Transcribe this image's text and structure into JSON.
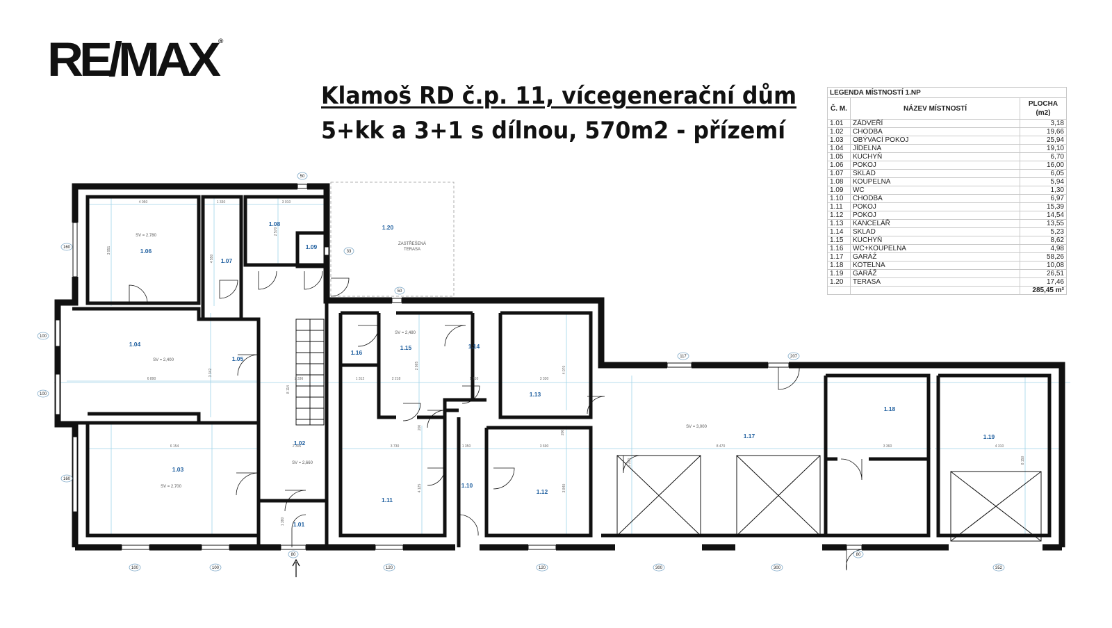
{
  "logo": {
    "text": "RE/MAX",
    "registered": "®"
  },
  "title": {
    "line1": "Klamoš RD č.p. 11, vícegenerační dům",
    "line2": "5+kk a 3+1 s dílnou, 570m2 - přízemí"
  },
  "legend": {
    "caption": "LEGENDA MÍSTNOSTÍ 1.NP",
    "col_code": "Č. M.",
    "col_name": "NÁZEV MÍSTNOSTÍ",
    "col_area": "PLOCHA (m2)",
    "rows": [
      {
        "code": "1.01",
        "name": "ZÁDVEŘÍ",
        "area": "3,18"
      },
      {
        "code": "1.02",
        "name": "CHODBA",
        "area": "19,66"
      },
      {
        "code": "1.03",
        "name": "OBÝVACÍ POKOJ",
        "area": "25,94"
      },
      {
        "code": "1.04",
        "name": "JÍDELNA",
        "area": "19,10"
      },
      {
        "code": "1.05",
        "name": "KUCHYŇ",
        "area": "6,70"
      },
      {
        "code": "1.06",
        "name": "POKOJ",
        "area": "16,00"
      },
      {
        "code": "1.07",
        "name": "SKLAD",
        "area": "6,05"
      },
      {
        "code": "1.08",
        "name": "KOUPELNA",
        "area": "5,94"
      },
      {
        "code": "1.09",
        "name": "WC",
        "area": "1,30"
      },
      {
        "code": "1.10",
        "name": "CHODBA",
        "area": "6,97"
      },
      {
        "code": "1.11",
        "name": "POKOJ",
        "area": "15,39"
      },
      {
        "code": "1.12",
        "name": "POKOJ",
        "area": "14,54"
      },
      {
        "code": "1.13",
        "name": "KANCELÁŘ",
        "area": "13,55"
      },
      {
        "code": "1.14",
        "name": "SKLAD",
        "area": "5,23"
      },
      {
        "code": "1.15",
        "name": "KUCHYŇ",
        "area": "8,62"
      },
      {
        "code": "1.16",
        "name": "WC+KOUPELNA",
        "area": "4,98"
      },
      {
        "code": "1.17",
        "name": "GARÁŽ",
        "area": "58,26"
      },
      {
        "code": "1.18",
        "name": "KOTELNA",
        "area": "10,08"
      },
      {
        "code": "1.19",
        "name": "GARÁŽ",
        "area": "26,51"
      },
      {
        "code": "1.20",
        "name": "TERASA",
        "area": "17,46"
      }
    ],
    "total": "285,45 m²"
  },
  "plan": {
    "rooms": [
      {
        "id": "r106",
        "label": "1.06",
        "sv": "SV = 2,780"
      },
      {
        "id": "r107",
        "label": "1.07"
      },
      {
        "id": "r108",
        "label": "1.08"
      },
      {
        "id": "r109",
        "label": "1.09"
      },
      {
        "id": "r120",
        "label": "1.20",
        "note1": "ZASTŘEŠENÁ",
        "note2": "TERASA"
      },
      {
        "id": "r104",
        "label": "1.04",
        "sv": "SV = 2,400"
      },
      {
        "id": "r105",
        "label": "1.05"
      },
      {
        "id": "r116",
        "label": "1.16"
      },
      {
        "id": "r115",
        "label": "1.15",
        "sv": "SV = 2,480"
      },
      {
        "id": "r114",
        "label": "1.14"
      },
      {
        "id": "r113",
        "label": "1.13"
      },
      {
        "id": "r102",
        "label": "1.02",
        "sv": "SV = 2,660"
      },
      {
        "id": "r103",
        "label": "1.03",
        "sv": "SV = 2,700"
      },
      {
        "id": "r111",
        "label": "1.11"
      },
      {
        "id": "r110",
        "label": "1.10"
      },
      {
        "id": "r112",
        "label": "1.12"
      },
      {
        "id": "r117",
        "label": "1.17",
        "sv": "SV = 3,000"
      },
      {
        "id": "r118",
        "label": "1.18"
      },
      {
        "id": "r119",
        "label": "1.19"
      },
      {
        "id": "r101",
        "label": "1.01"
      }
    ],
    "window_labels": [
      "50",
      "160",
      "100",
      "100",
      "160",
      "50",
      "33",
      "117",
      "207",
      "100",
      "100",
      "80",
      "120",
      "120",
      "300",
      "300",
      "80",
      "352"
    ],
    "dimensions": [
      "4 050",
      "1 330",
      "3 010",
      "3 951",
      "4 550",
      "2 570",
      "6 890",
      "3 342",
      "8 114",
      "2 336",
      "1 312",
      "2 218",
      "1 710",
      "3 330",
      "4 070",
      "2 865",
      "6 154",
      "2 306",
      "3 730",
      "1 350",
      "3 690",
      "4 125",
      "3 840",
      "8 470",
      "3 360",
      "4 310",
      "8 150",
      "200",
      "200",
      "5 290",
      "1 380"
    ]
  }
}
